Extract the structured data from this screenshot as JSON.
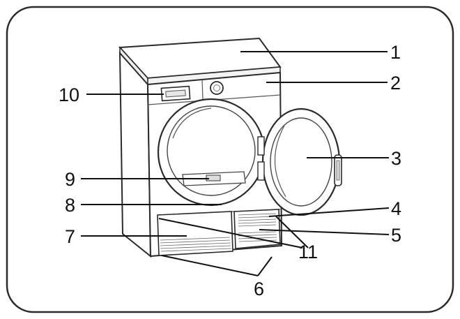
{
  "diagram": {
    "callouts": {
      "c1": "1",
      "c2": "2",
      "c3": "3",
      "c4": "4",
      "c5": "5",
      "c6": "6",
      "c7": "7",
      "c8": "8",
      "c9": "9",
      "c10": "10",
      "c11": "11"
    }
  },
  "colors": {
    "line": "#111111",
    "frame": "#2a2a2a",
    "panel": "#cfcfcf",
    "background": "#ffffff"
  }
}
